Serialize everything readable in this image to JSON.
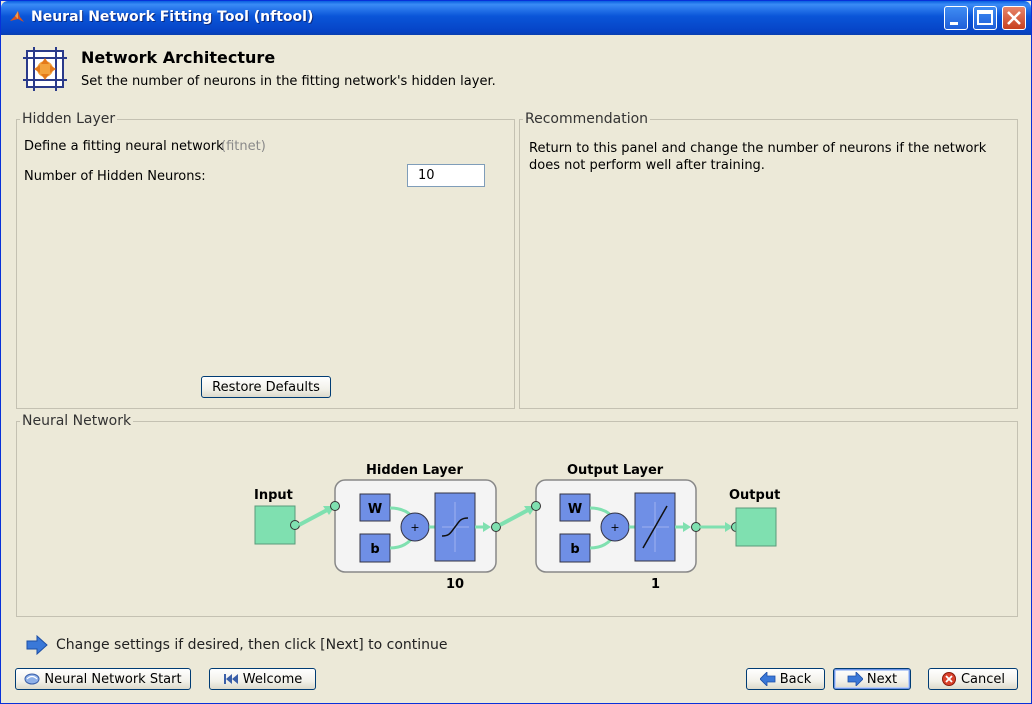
{
  "window": {
    "title": "Neural Network Fitting Tool (nftool)"
  },
  "header": {
    "title": "Network Architecture",
    "subtitle": "Set the number of neurons in the fitting network's hidden layer."
  },
  "hidden_layer_panel": {
    "legend": "Hidden Layer",
    "define_label": "Define a fitting neural network",
    "define_hint": "(fitnet)",
    "neurons_label": "Number of Hidden Neurons:",
    "neurons_value": "10",
    "restore_button": "Restore Defaults"
  },
  "recommendation_panel": {
    "legend": "Recommendation",
    "text": "Return to this panel and change the number of neurons if the network does not perform well after training."
  },
  "network_panel": {
    "legend": "Neural Network",
    "input_label": "Input",
    "hidden_label": "Hidden Layer",
    "output_layer_label": "Output Layer",
    "output_label": "Output",
    "weight_symbol": "W",
    "bias_symbol": "b",
    "sum_symbol": "+",
    "hidden_size": "10",
    "output_size": "1"
  },
  "hint": {
    "text": "Change settings  if desired, then click [Next] to continue"
  },
  "buttons": {
    "start": "Neural Network Start",
    "welcome": "Welcome",
    "back": "Back",
    "next": "Next",
    "cancel": "Cancel"
  },
  "colors": {
    "titlebar": "#0a55d8",
    "panel_bg": "#ece9d8",
    "block_blue": "#6f8fe6",
    "io_green": "#7fe0b0"
  }
}
